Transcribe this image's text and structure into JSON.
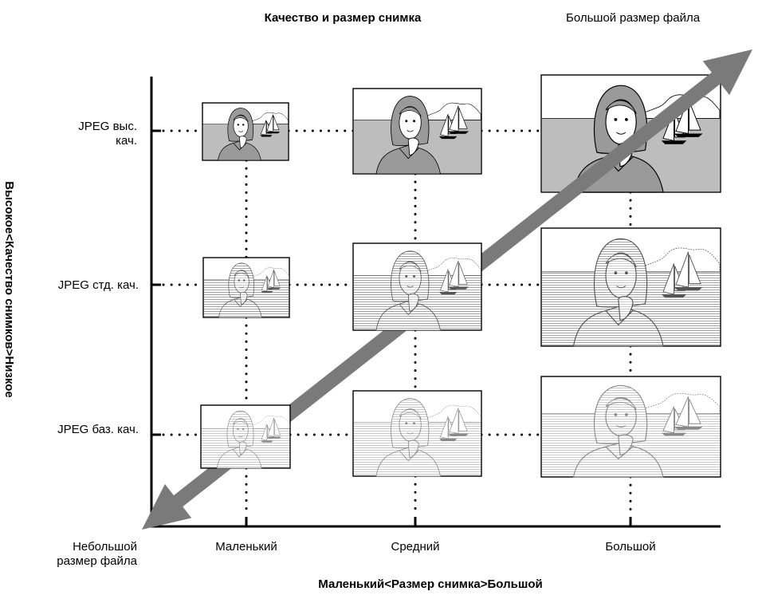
{
  "title": "Качество и размер снимка",
  "arrow_label_top": "Большой размер файла",
  "arrow_label_bottom_line1": "Небольшой",
  "arrow_label_bottom_line2": "размер файла",
  "y_axis_label": "Высокое<Качество снимков>Низкое",
  "x_axis_label": "Маленький<Размер снимка>Большой",
  "rows": [
    {
      "label_line1": "JPEG выс.",
      "label_line2": "кач."
    },
    {
      "label_line1": "JPEG стд. кач.",
      "label_line2": ""
    },
    {
      "label_line1": "JPEG баз. кач.",
      "label_line2": ""
    }
  ],
  "columns": [
    {
      "label": "Маленький"
    },
    {
      "label": "Средний"
    },
    {
      "label": "Большой"
    }
  ],
  "colors": {
    "arrow": "#7a7a7a",
    "sea_high": "#bdbdbd",
    "figure": "#9a9a9a",
    "outline": "#000000",
    "degraded_stroke": "#8a8a8a"
  },
  "thumbnail_icon": "portrait-with-sailboat-photo"
}
